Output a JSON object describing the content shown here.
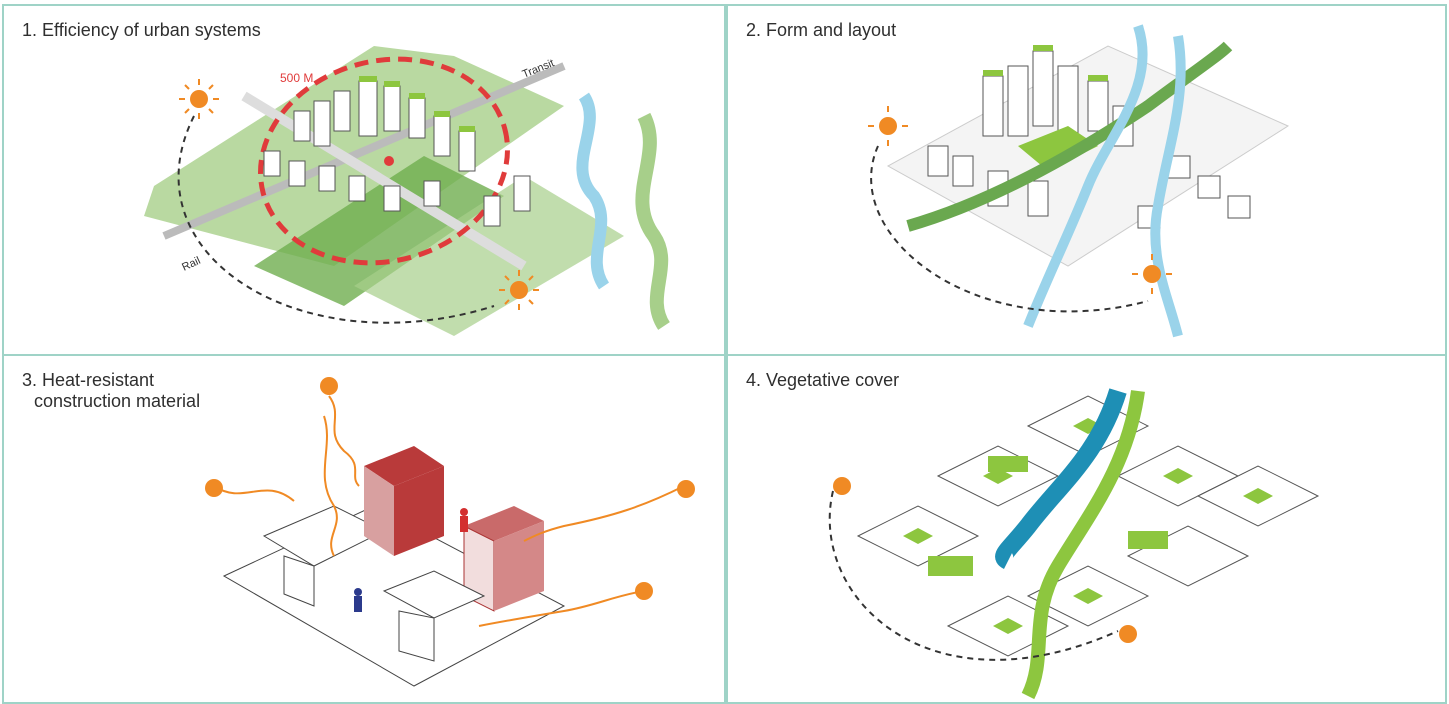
{
  "panels": [
    {
      "title": "1. Efficiency of urban systems",
      "labels": {
        "radius": "500 M",
        "transit": "Transit",
        "rail": "Rail"
      }
    },
    {
      "title": "2. Form and layout"
    },
    {
      "title_line1": "3. Heat-resistant",
      "title_line2": "construction material"
    },
    {
      "title": "4. Vegetative cover"
    }
  ],
  "colors": {
    "border": "#9fd3c7",
    "sun": "#f08a24",
    "green": "#8dc63f",
    "dark_green": "#2e7d32",
    "water": "#9ad3ea",
    "red": "#e03b3b"
  }
}
